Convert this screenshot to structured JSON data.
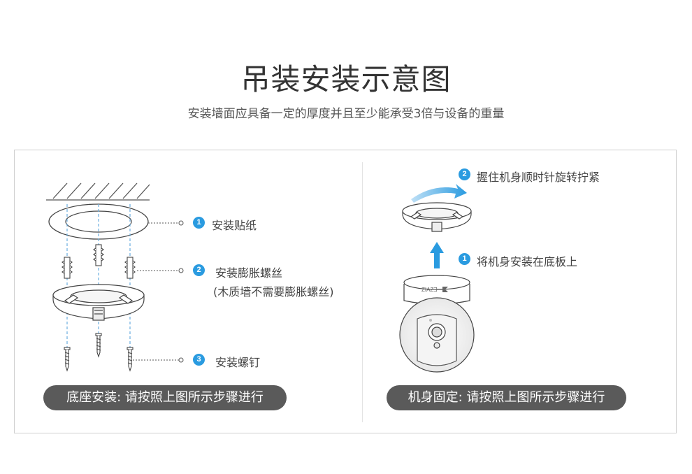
{
  "title": "吊装安装示意图",
  "subtitle": "安装墙面应具备一定的厚度并且至少能承受3倍与设备的重量",
  "left": {
    "steps": [
      {
        "num": "1",
        "label": "安装贴纸",
        "note": ""
      },
      {
        "num": "2",
        "label": "安装膨胀螺丝",
        "note": "(木质墙不需要膨胀螺丝)"
      },
      {
        "num": "3",
        "label": "安装螺钉",
        "note": ""
      }
    ],
    "caption": "底座安装: 请按照上图所示步骤进行"
  },
  "right": {
    "steps": [
      {
        "num": "2",
        "label": "握住机身顺时针旋转拧紧"
      },
      {
        "num": "1",
        "label": "将机身安装在底板上"
      }
    ],
    "caption": "机身固定: 请按照上图所示步骤进行",
    "brand": "ezviz"
  },
  "colors": {
    "accent": "#2a9be0",
    "pill": "#5a5a5a",
    "line": "#333333",
    "guide": "#6aaee0"
  }
}
